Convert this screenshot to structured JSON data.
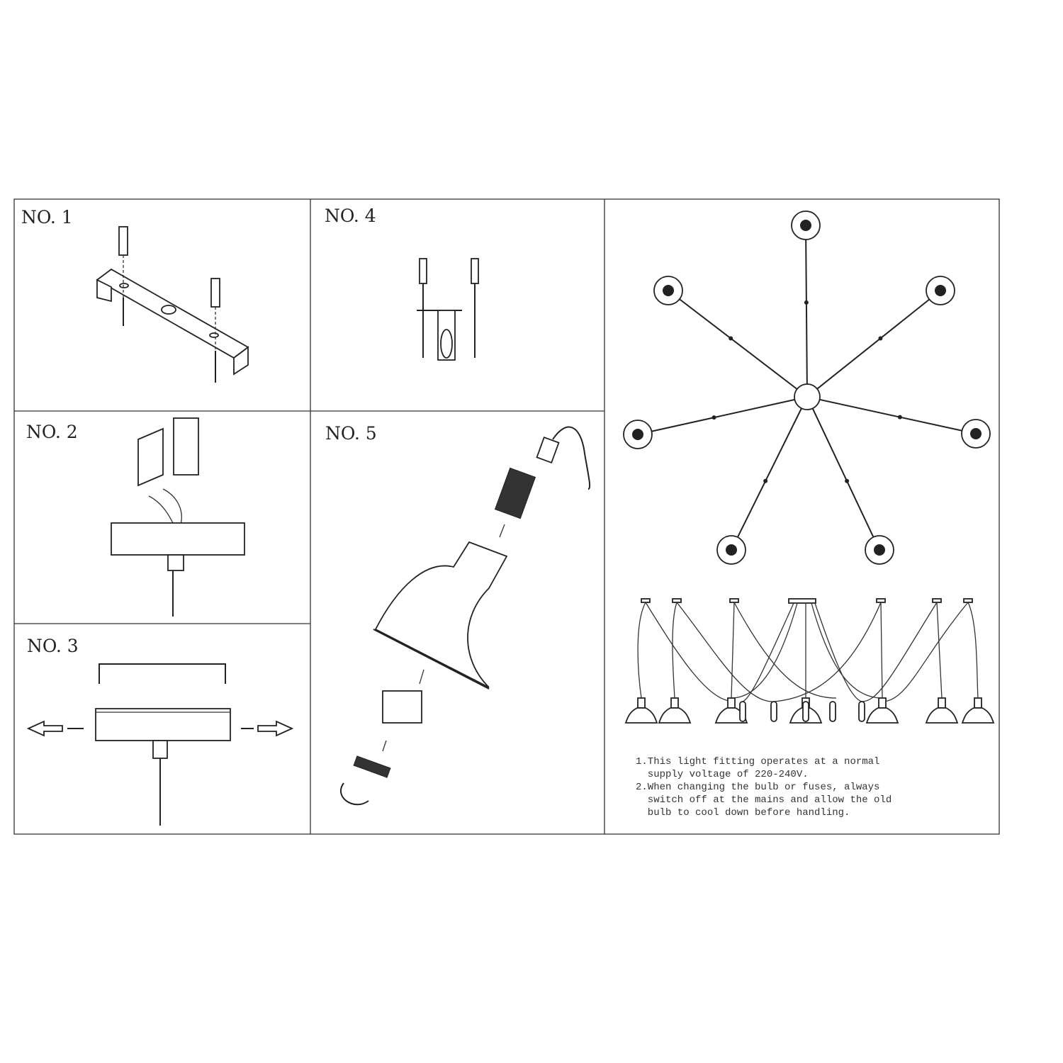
{
  "panels": [
    {
      "id": "no1",
      "label": "NO. 1"
    },
    {
      "id": "no2",
      "label": "NO. 2"
    },
    {
      "id": "no3",
      "label": "NO. 3"
    },
    {
      "id": "no4",
      "label": "NO. 4"
    },
    {
      "id": "no5",
      "label": "NO. 5"
    }
  ],
  "notes": [
    "1.This light fitting operates at a normal",
    "  supply voltage of 220-240V.",
    "2.When changing the bulb or fuses, always",
    "  switch off at the mains and allow the old",
    "  bulb to cool down before handling."
  ],
  "colors": {
    "line": "#222222",
    "background": "#ffffff"
  }
}
